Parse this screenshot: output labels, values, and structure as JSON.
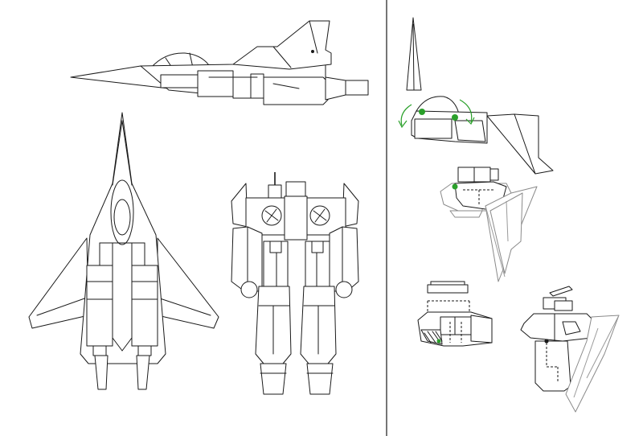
{
  "colors": {
    "line": "#1a1a1a",
    "faded_line": "#8a8a8a",
    "pivot": "#2aa02a",
    "rotation_arrow": "#2aa02a",
    "background": "#ffffff"
  },
  "views": [
    {
      "name": "fighter-side-view"
    },
    {
      "name": "fighter-top-view"
    },
    {
      "name": "robot-front-view"
    },
    {
      "name": "transformation-step-1"
    },
    {
      "name": "transformation-step-2"
    },
    {
      "name": "transformation-step-3a"
    },
    {
      "name": "transformation-step-3b"
    }
  ]
}
